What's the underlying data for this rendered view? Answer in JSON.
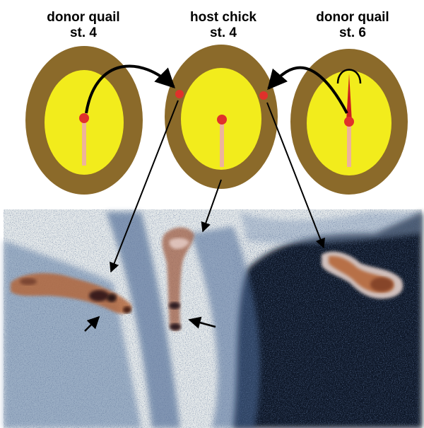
{
  "colors": {
    "shell": "#8b6a2a",
    "yolk": "#f2ec1c",
    "graft_dot": "#e0312b",
    "primitive_streak": "#eeb39b",
    "node_tip": "#cc1f1f",
    "arrow": "#000000"
  },
  "embryos": [
    {
      "line1": "donor quail",
      "line2": "st. 4"
    },
    {
      "line1": "host chick",
      "line2": "st. 4"
    },
    {
      "line1": "donor quail",
      "line2": "st. 6"
    }
  ],
  "photo": {
    "stain_blue": "#3f5e8c",
    "stain_brown": "#9a5a34",
    "background_light": "#e9ecec",
    "background_dark": "#0d1522"
  }
}
